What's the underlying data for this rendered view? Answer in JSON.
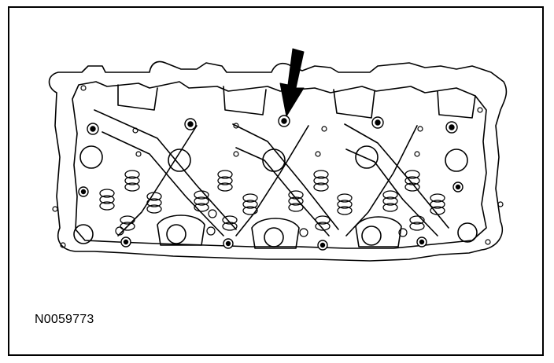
{
  "figure": {
    "id": "N0059773"
  },
  "colors": {
    "line": "#000000",
    "paper": "#ffffff"
  },
  "callouts": [
    {
      "name": "pointer-arrow",
      "kind": "arrow",
      "direction": "down"
    }
  ]
}
